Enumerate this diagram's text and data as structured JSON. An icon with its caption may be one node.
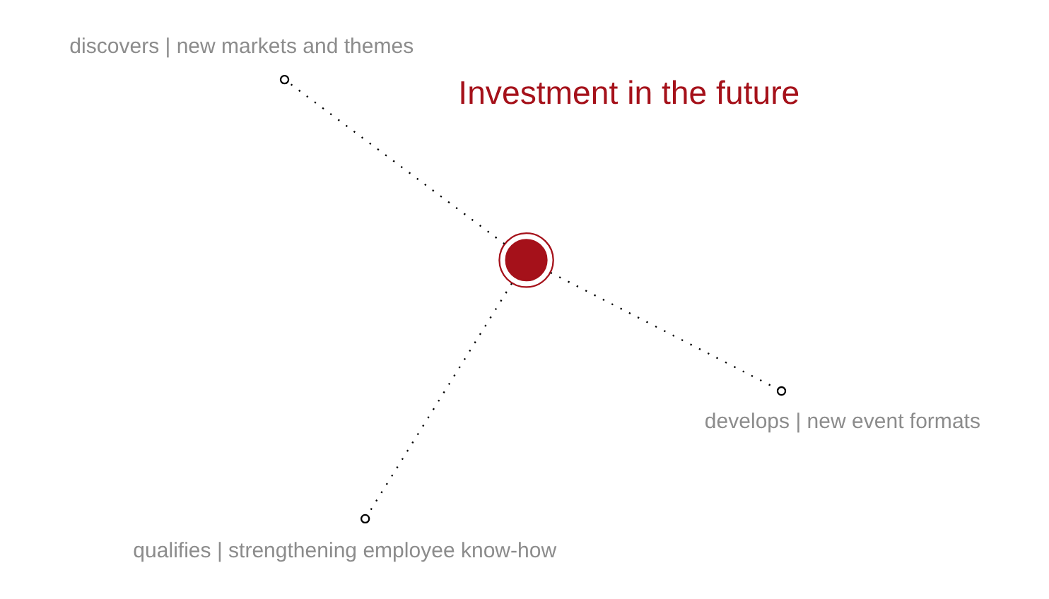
{
  "diagram": {
    "nodes": [
      {
        "text": [],
        "shape": "circle"
      },
      {
        "text": [
          "develops | new event formats"
        ]
      },
      {
        "text": [
          "qualifies | strengthening employee know-how"
        ]
      },
      {
        "text": [
          "discovers | new markets and themes"
        ]
      }
    ],
    "edges": [
      {
        "from": 0,
        "to": 1,
        "arrow": "other"
      },
      {
        "from": 0,
        "to": 2,
        "arrow": "other"
      },
      {
        "from": 0,
        "to": 3,
        "arrow": "other"
      }
    ],
    "labels": [
      "Investment in the future"
    ]
  }
}
